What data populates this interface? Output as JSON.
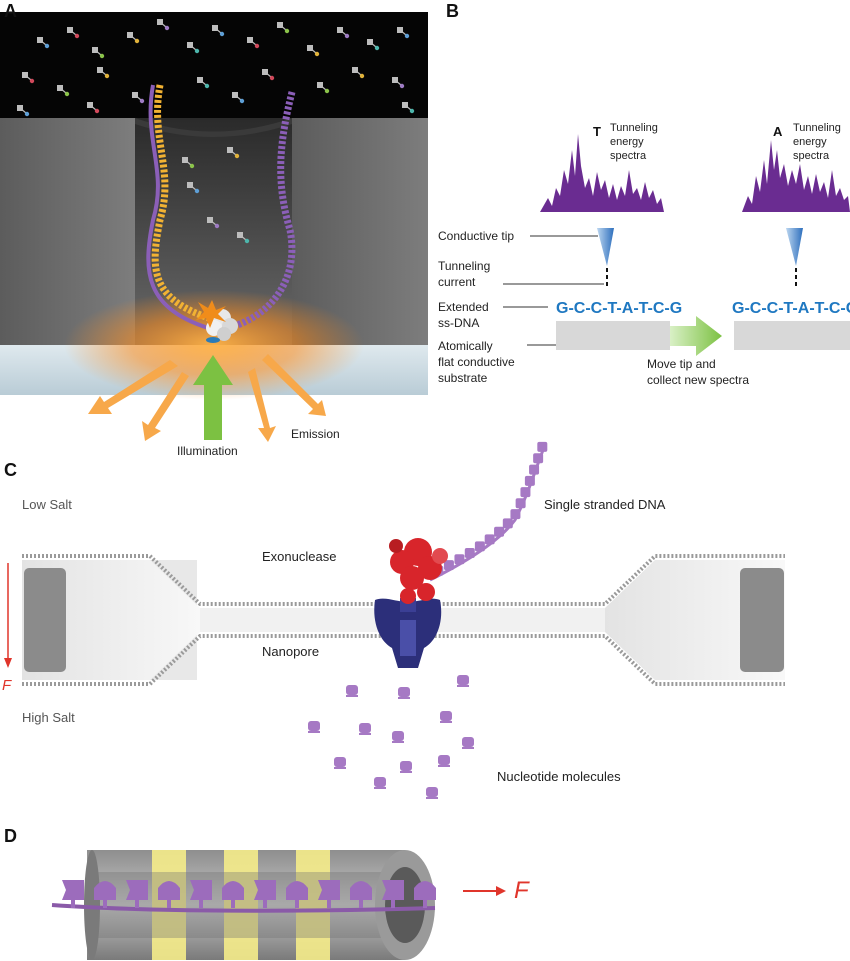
{
  "panels": {
    "a": {
      "letter": "A",
      "labels": {
        "illumination": "Illumination",
        "emission": "Emission"
      },
      "colors": {
        "strand_yellow": "#f2b233",
        "strand_purple": "#8b5fb8",
        "glow": "#ff9a2e",
        "arrow_green": "#7cc142",
        "arrow_orange": "#f7a84a"
      }
    },
    "b": {
      "letter": "B",
      "spectra": [
        {
          "base": "T",
          "title_line1": "Tunneling",
          "title_line2": "energy",
          "title_line3": "spectra"
        },
        {
          "base": "A",
          "title_line1": "Tunneling",
          "title_line2": "energy",
          "title_line3": "spectra"
        }
      ],
      "labels": {
        "conductive_tip": "Conductive tip",
        "tunneling_current_1": "Tunneling",
        "tunneling_current_2": "current",
        "extended_1": "Extended",
        "extended_2": "ss-DNA",
        "substrate_1": "Atomically",
        "substrate_2": "flat conductive",
        "substrate_3": "substrate",
        "move_1": "Move tip and",
        "move_2": "collect new spectra"
      },
      "sequence_left": "G-C-C-T-A-T-C-G",
      "sequence_right": "G-C-C-T-A-T-C-G",
      "colors": {
        "sequence": "#1f78c1",
        "spectra": "#6a2c91",
        "tip": "#3a7cc8"
      }
    },
    "c": {
      "letter": "C",
      "labels": {
        "low_salt": "Low Salt",
        "high_salt": "High Salt",
        "force": "F",
        "exonuclease": "Exonuclease",
        "nanopore": "Nanopore",
        "single_stranded_dna": "Single stranded DNA",
        "nucleotide_molecules": "Nucleotide molecules"
      },
      "colors": {
        "force": "#e0352b",
        "nanopore": "#2c2f7a",
        "exonuclease": "#d8252b",
        "dna": "#a679c4"
      }
    },
    "d": {
      "letter": "D",
      "labels": {
        "force": "F"
      },
      "colors": {
        "force": "#e0352b",
        "band_yellow": "#f5ec8a",
        "tube_gray": "#a4a4a4"
      }
    }
  }
}
